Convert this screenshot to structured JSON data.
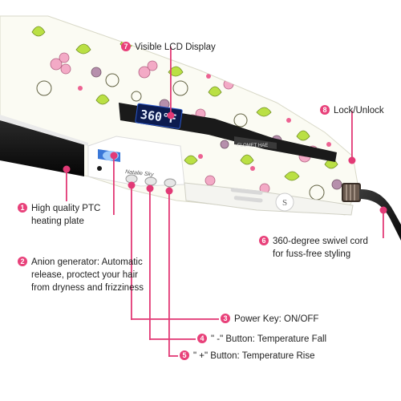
{
  "product": {
    "lcd_text": "360°F",
    "brand": "Natalie Sky",
    "badge": "S",
    "accent_color": "#e23a76"
  },
  "callouts": [
    {
      "num": "7",
      "line1": "Visible LCD Display"
    },
    {
      "num": "8",
      "line1": "Lock/Unlock"
    },
    {
      "num": "1",
      "line1": "High quality PTC",
      "line2": "heating plate"
    },
    {
      "num": "6",
      "line1": "360-degree swivel cord",
      "line2": "for fuss-free styling"
    },
    {
      "num": "2",
      "line1": "Anion generator:  Automatic",
      "line2": "release,  proctect your hair",
      "line3": "from dryness and frizziness"
    },
    {
      "num": "3",
      "line1": "Power Key:  ON/OFF"
    },
    {
      "num": "4",
      "line1": "\" -\"  Button: Temperature Fall"
    },
    {
      "num": "5",
      "line1": "\" +\"  Button: Temperature Rise"
    }
  ]
}
